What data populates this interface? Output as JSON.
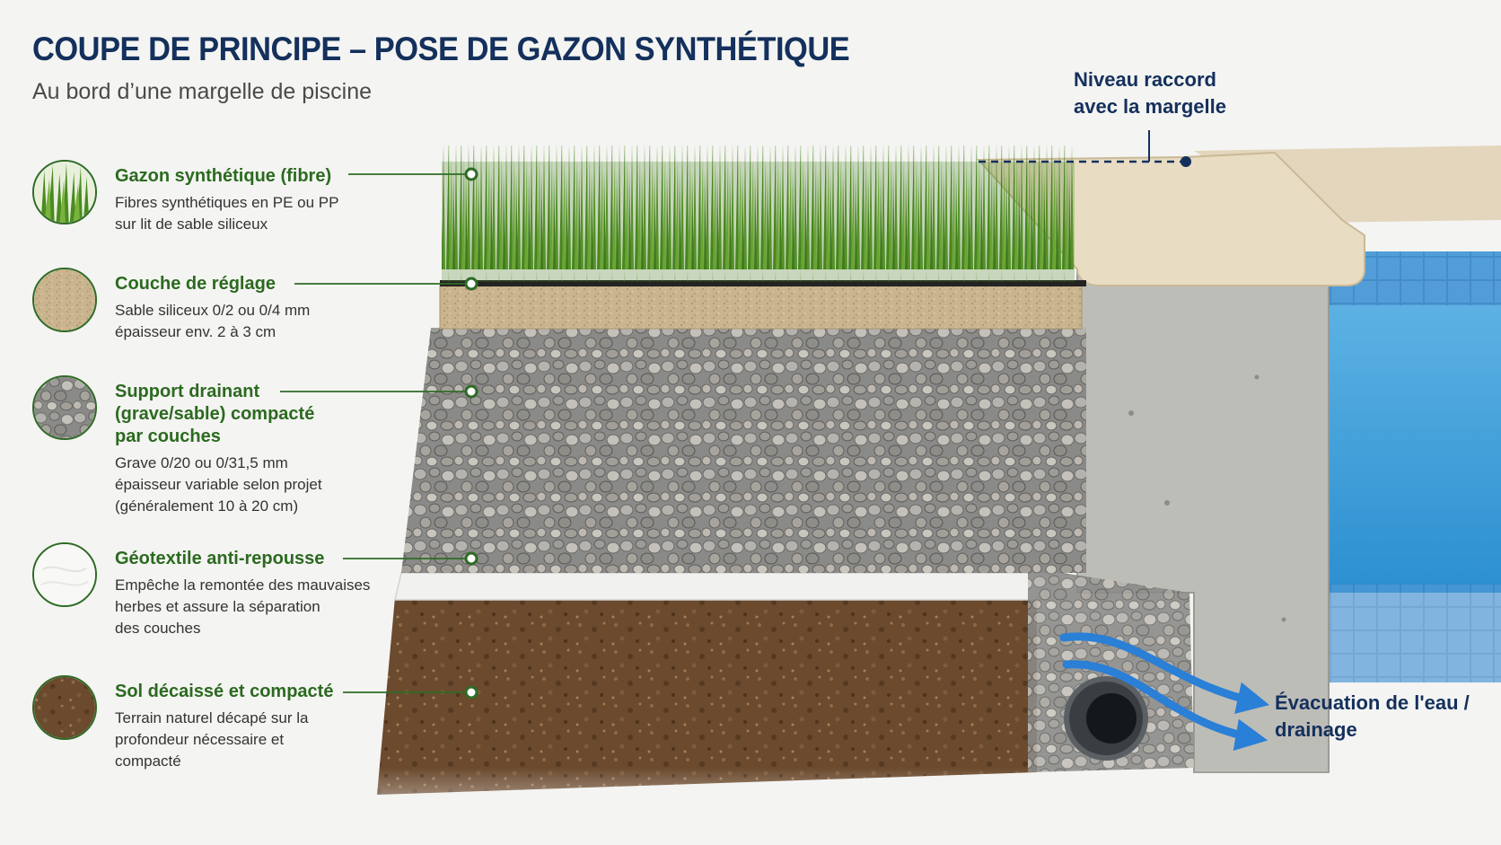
{
  "header": {
    "title": "COUPE DE PRINCIPE – POSE DE GAZON SYNTHÉTIQUE",
    "subtitle": "Au bord d’une margelle de piscine"
  },
  "layers": [
    {
      "title": "Gazon synthétique (fibre)",
      "description": "Fibres synthétiques en PE ou PP\nsur lit de sable siliceux"
    },
    {
      "title": "Couche de réglage",
      "description": "Sable siliceux 0/2 ou 0/4 mm\népaisseur env. 2 à 3 cm"
    },
    {
      "title": "Support drainant\n(grave/sable) compacté\npar couches",
      "description": "Grave 0/20 ou 0/31,5 mm\népaisseur variable selon projet\n(généralement 10 à 20 cm)"
    },
    {
      "title": "Géotextile anti-repousse",
      "description": "Empêche la remontée des mauvaises\nherbes et assure la séparation\ndes couches"
    },
    {
      "title": "Sol décaissé et compacté",
      "description": "Terrain naturel décapé sur la\nprofondeur nécessaire et\ncompacté"
    }
  ],
  "annotations": {
    "margelle": "Niveau raccord\navec la margelle",
    "drainage": "Évacuation de l'eau /\ndrainage"
  },
  "colors": {
    "title": "#14305c",
    "layer_title": "#2b6a1f",
    "leader_line": "#2f6b26",
    "arrow": "#2a7fd6"
  }
}
